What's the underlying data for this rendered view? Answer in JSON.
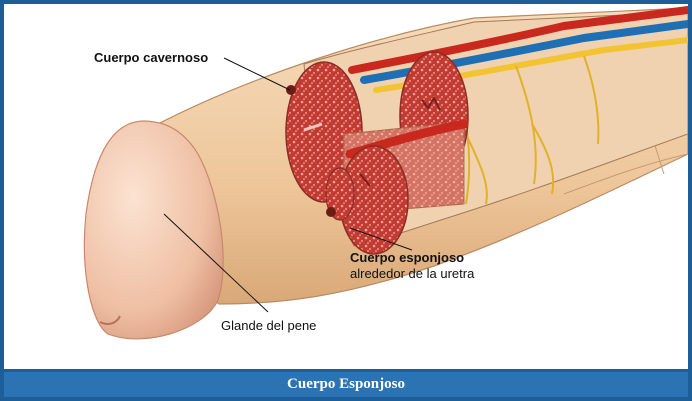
{
  "labels": {
    "corpus_cavernosum": "Cuerpo cavernoso",
    "corpus_spongiosum": "Cuerpo esponjoso",
    "corpus_spongiosum_note": "alrededor de la uretra",
    "glans": "Glande del pene"
  },
  "caption": "Cuerpo Esponjoso",
  "colors": {
    "frame": "#1d5d98",
    "caption_bar": "#2b73b2",
    "skin": "#f1cfa6",
    "tissue": "#c0352f",
    "artery": "#c8281e",
    "vein": "#1f6fb4",
    "nerve": "#f2c431"
  }
}
